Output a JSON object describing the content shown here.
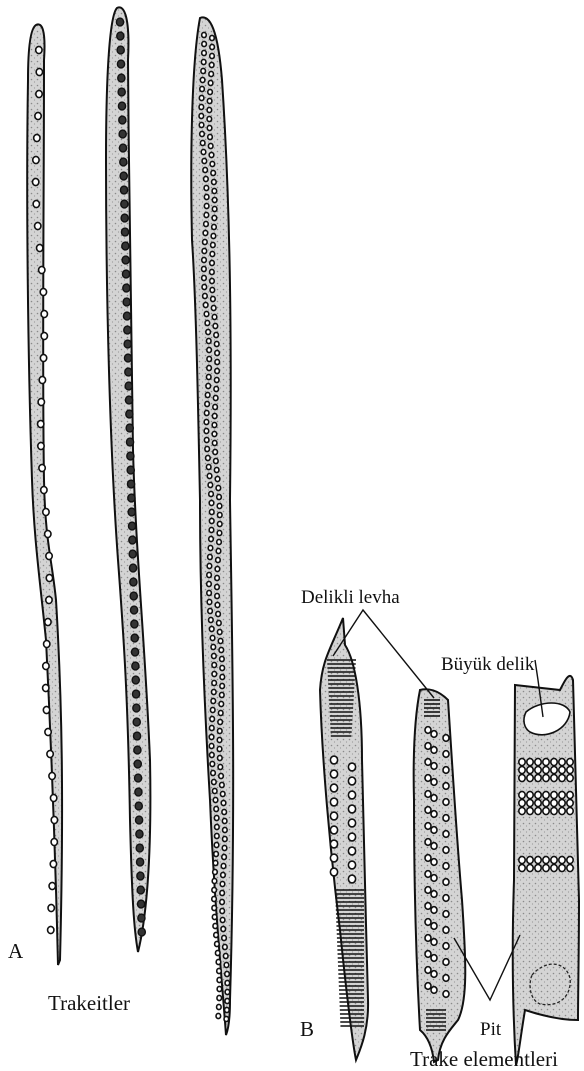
{
  "labels": {
    "panel_a": "A",
    "panel_b": "B",
    "tracheids": "Trakeitler",
    "vessel_elements": "Trake elementleri",
    "perforation_plate": "Delikli levha",
    "large_perforation": "Büyük delik",
    "pit": "Pit"
  }
}
